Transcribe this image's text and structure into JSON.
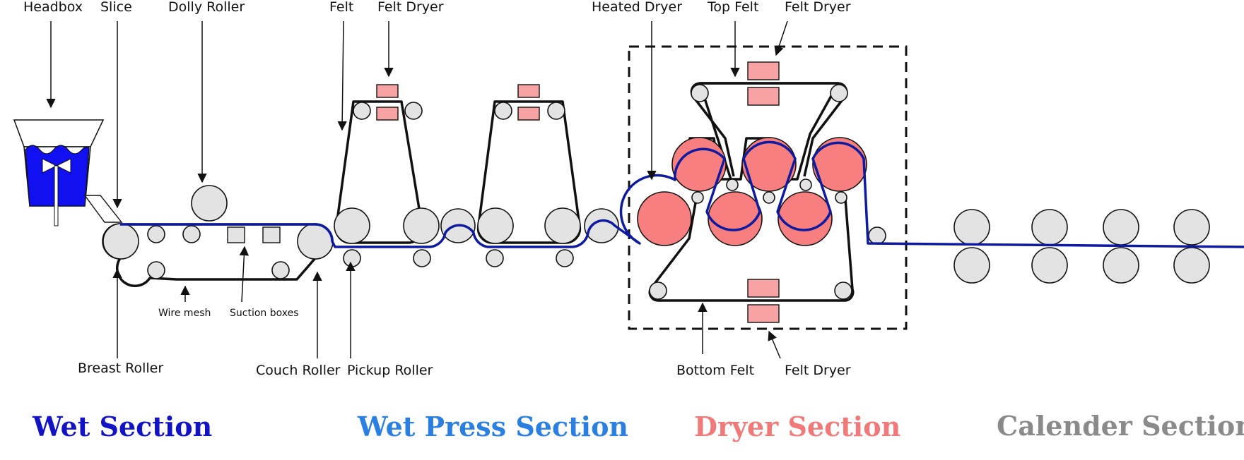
{
  "labels": {
    "headbox": "Headbox",
    "slice": "Slice",
    "dolly_roller": "Dolly Roller",
    "felt": "Felt",
    "felt_dryer_press": "Felt Dryer",
    "heated_dryer": "Heated Dryer",
    "top_felt": "Top Felt",
    "felt_dryer_top": "Felt Dryer",
    "wire_mesh": "Wire mesh",
    "suction_boxes": "Suction boxes",
    "breast_roller": "Breast Roller",
    "couch_roller": "Couch Roller",
    "pickup_roller": "Pickup Roller",
    "bottom_felt": "Bottom Felt",
    "felt_dryer_bottom": "Felt Dryer"
  },
  "sections": {
    "wet": "Wet Section",
    "wet_press": "Wet Press Section",
    "dryer": "Dryer Section",
    "calender": "Calender Section"
  },
  "colors": {
    "wet": "#1313c6",
    "wet_press": "#2a7fe0",
    "dryer": "#f07a7a",
    "calender": "#8a8a8a",
    "paper_web": "#0e1aa0",
    "headbox_liquid": "#1010f0"
  }
}
